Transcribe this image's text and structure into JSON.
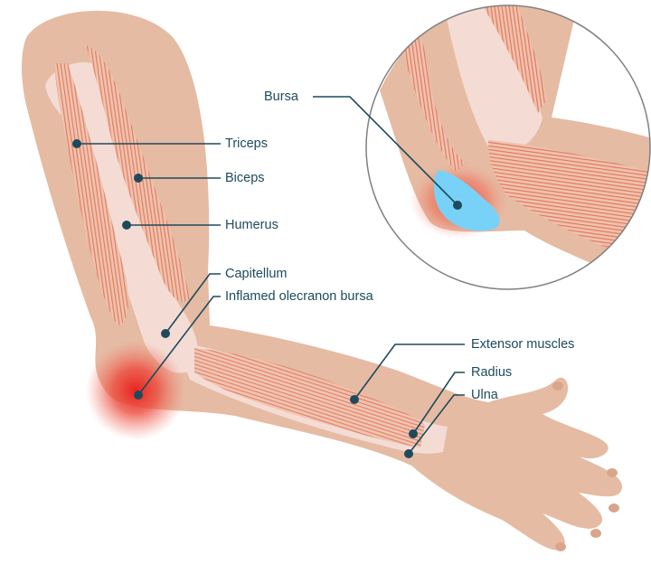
{
  "diagram": {
    "subject": "Elbow anatomy - inflamed olecranon bursa",
    "colors": {
      "skin": "#e5bba3",
      "bone": "#f4dcd5",
      "muscle": "#e07a5f",
      "label_text": "#1e4a5c",
      "leader_line": "#1e4a5c",
      "inflammation": "#e8231f",
      "bursa": "#78d2f8",
      "inset_border": "#808080",
      "nail": "#d9a68c"
    },
    "labels": {
      "triceps": "Triceps",
      "biceps": "Biceps",
      "humerus": "Humerus",
      "capitellum": "Capitellum",
      "inflamed_bursa": "Inflamed olecranon bursa",
      "extensor": "Extensor muscles",
      "radius": "Radius",
      "ulna": "Ulna",
      "bursa": "Bursa"
    }
  }
}
